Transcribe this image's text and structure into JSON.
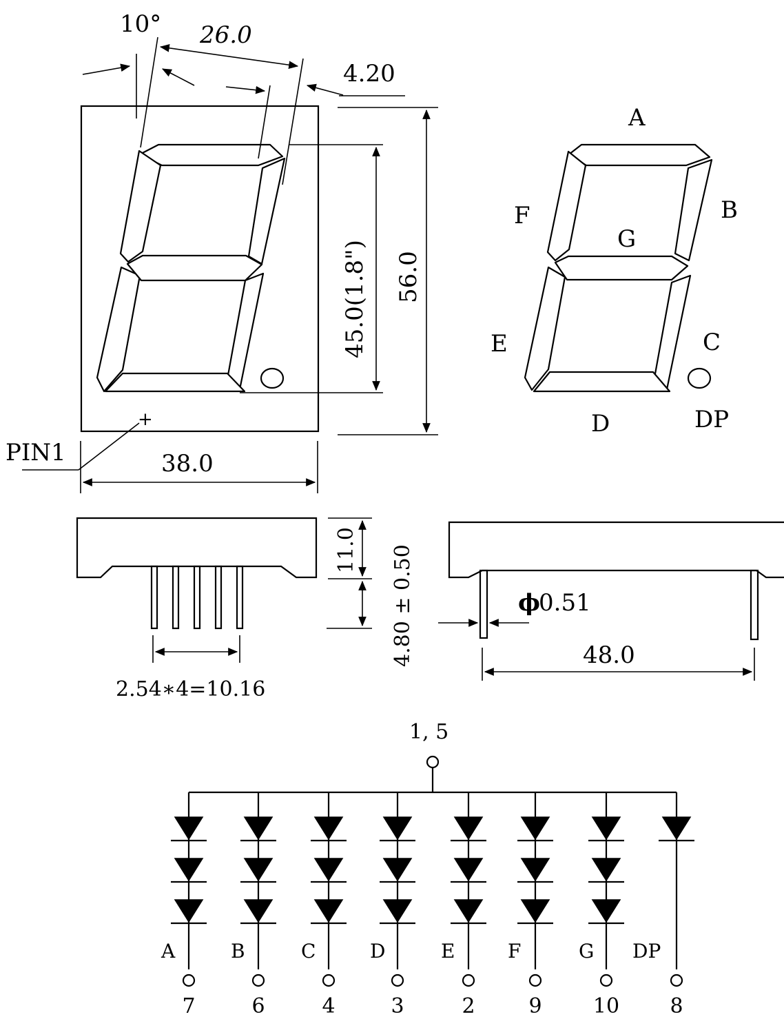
{
  "dimensions": {
    "angle": "10°",
    "digit_width": "26.0",
    "segment_offset": "4.20",
    "digit_height": "45.0(1.8\")",
    "body_height": "56.0",
    "body_width": "38.0",
    "pin1": "PIN1",
    "body_depth": "11.0",
    "pin_length": "4.80 ± 0.50",
    "pin_pitch": "2.54∗4=10.16",
    "pin_diameter": "0.51",
    "pin_diameter_symbol": "ϕ",
    "row_spacing": "48.0"
  },
  "segment_labels": {
    "a": "A",
    "b": "B",
    "c": "C",
    "d": "D",
    "e": "E",
    "f": "F",
    "g": "G",
    "dp": "DP"
  },
  "schematic": {
    "common_pin": "1, 5",
    "channels": [
      {
        "label": "A",
        "pin": "7"
      },
      {
        "label": "B",
        "pin": "6"
      },
      {
        "label": "C",
        "pin": "4"
      },
      {
        "label": "D",
        "pin": "3"
      },
      {
        "label": "E",
        "pin": "2"
      },
      {
        "label": "F",
        "pin": "9"
      },
      {
        "label": "G",
        "pin": "10"
      },
      {
        "label": "DP",
        "pin": "8"
      }
    ]
  }
}
